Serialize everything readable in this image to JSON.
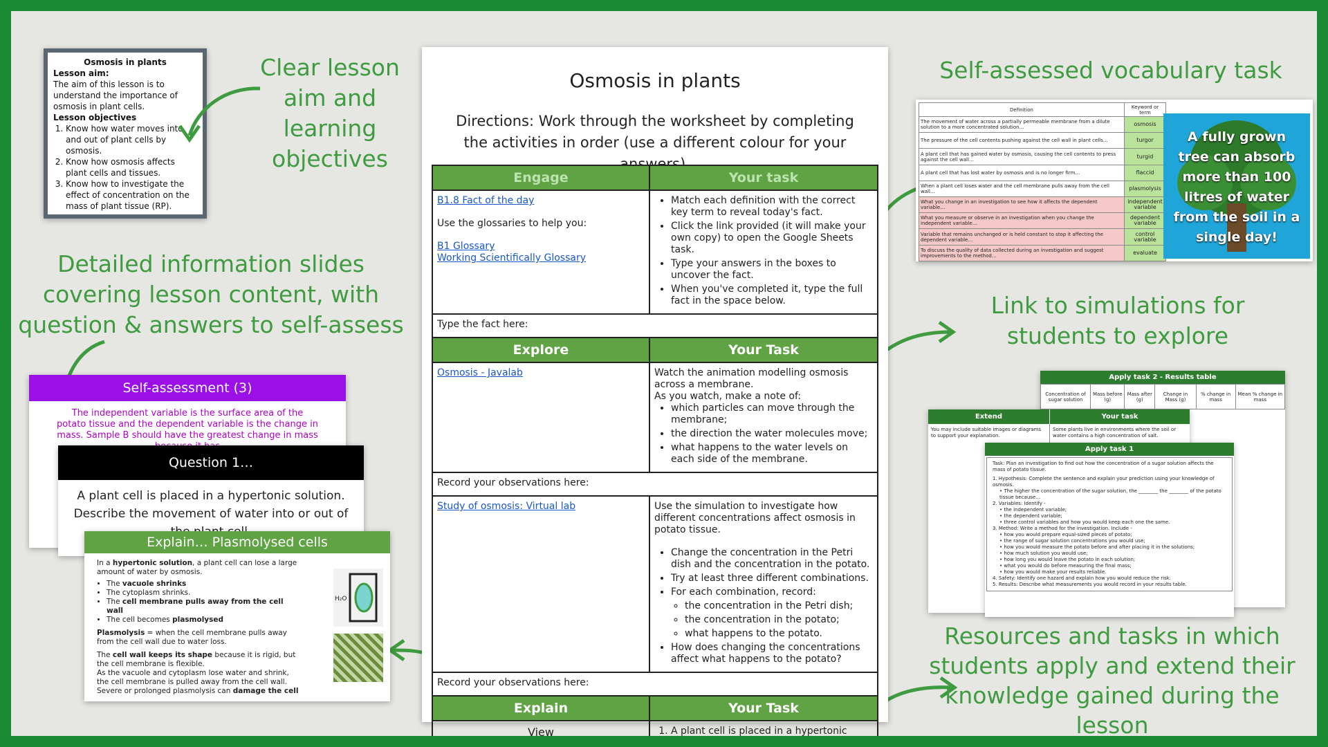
{
  "captions": {
    "lesson_aim": "Clear lesson\naim and\nlearning\nobjectives",
    "info_slides": "Detailed information slides\ncovering lesson content, with\nquestion & answers to self-assess",
    "vocab": "Self-assessed vocabulary task",
    "simulations": "Link to  simulations for\nstudents to explore",
    "resources": "Resources and tasks in which\nstudents apply and extend their\nknowledge gained during the lesson"
  },
  "aim_card": {
    "title": "Osmosis in plants",
    "aim_heading": "Lesson aim:",
    "aim_text": "The aim of this lesson is to understand the importance of osmosis in plant cells.",
    "objectives_heading": "Lesson objectives",
    "objectives": [
      "Know how water moves into and out of plant cells by osmosis.",
      "Know how osmosis affects plant cells and tissues.",
      "Know how to investigate the effect of concentration on the mass of plant tissue (RP)."
    ]
  },
  "worksheet": {
    "title": "Osmosis in plants",
    "directions": "Directions: Work through the worksheet by completing the activities in order (use a different colour for your answers).",
    "engage": {
      "h1": "Engage",
      "h2": "Your task",
      "link1": "B1.8 Fact of the day",
      "text1": "Use the glossaries to help you:",
      "link2": "B1 Glossary",
      "link3": "Working Scientifically Glossary",
      "tasks": [
        "Match each definition with the correct key term to reveal today's fact.",
        "Click the link provided (it will make your own copy) to open the Google Sheets task.",
        "Type your answers in the boxes to uncover the fact.",
        "When you've completed it, type the full fact in the space below."
      ],
      "record": "Type the fact here:"
    },
    "explore": {
      "h1": "Explore",
      "h2": "Your Task",
      "link1": "Osmosis - Javalab",
      "intro1": "Watch the animation modelling osmosis across a membrane.",
      "intro2": "As you watch, make a note of:",
      "notes": [
        "which particles can move through the membrane;",
        "the direction the water molecules move;",
        "what happens to the water levels on each side of the membrane."
      ],
      "record1": "Record your observations here:",
      "link2": "Study of osmosis: Virtual lab",
      "intro3": "Use the simulation to investigate how different concentrations affect osmosis in potato tissue.",
      "steps": [
        "Change the concentration in the Petri dish and the concentration in the potato.",
        "Try at least three different combinations.",
        "For each combination, record:"
      ],
      "sub": [
        "the concentration in the Petri dish;",
        "the concentration in the potato;",
        "what happens to the potato."
      ],
      "last": "How does changing the concentrations affect what happens to the potato?",
      "record2": "Record your observations here:"
    },
    "explain": {
      "h1": "Explain",
      "h2": "Your Task",
      "c1": "View",
      "c2": "A plant cell is placed in a hypertonic solution."
    }
  },
  "slides": {
    "self": {
      "header": "Self-assessment (3)",
      "text": "The independent variable is the surface area of the potato tissue and the dependent variable is the change in mass. Sample B should have the greatest change in mass because it has"
    },
    "question": {
      "header": "Question 1…",
      "line1": "A plant cell is placed in a hypertonic solution.",
      "line2": "Describe the movement of water into or out of the plant cell."
    },
    "explain": {
      "header": "Explain… Plasmolysed cells",
      "p1a": "In a ",
      "p1b": "hypertonic solution",
      "p1c": ", a plant cell can lose a large amount of water by osmosis.",
      "b1a": "The ",
      "b1b": "vacuole shrinks",
      "b2": "The cytoplasm shrinks.",
      "b3a": "The ",
      "b3b": "cell membrane pulls away from the cell wall",
      "b4a": "The cell becomes ",
      "b4b": "plasmolysed",
      "def_a": "Plasmolysis",
      "def_b": " = when the cell membrane pulls away from the cell wall due to water loss.",
      "p3a": "The ",
      "p3b": "cell wall keeps its shape",
      "p3c": " because it is rigid, but the cell membrane is flexible.",
      "p4": "As the vacuole and cytoplasm lose water and shrink, the cell membrane is pulled away from the cell wall.",
      "p5a": "Severe or prolonged plasmolysis can ",
      "p5b": "damage the cell",
      "h2o": "H₂O"
    }
  },
  "vocab": {
    "headers": [
      "Definition",
      "Keyword or term"
    ],
    "rows": [
      {
        "d": "The movement of water across a partially permeable membrane from a dilute solution to a more concentrated solution…",
        "k": "osmosis"
      },
      {
        "d": "The pressure of the cell contents pushing against the cell wall in plant cells…",
        "k": "turgor"
      },
      {
        "d": "A plant cell that has gained water by osmosis, causing the cell contents to press against the cell wall…",
        "k": "turgid"
      },
      {
        "d": "A plant cell that has lost water by osmosis and is no longer firm…",
        "k": "flaccid"
      },
      {
        "d": "When a plant cell loses water and the cell membrane pulls away from the cell wall…",
        "k": "plasmolysis"
      },
      {
        "d": "What you change in an investigation to see how it affects the dependent variable…",
        "k": "independent variable"
      },
      {
        "d": "What you measure or observe in an investigation when you change the independent variable…",
        "k": "dependent variable"
      },
      {
        "d": "Variable that remains unchanged or is held constant to stop it affecting the dependent variable…",
        "k": "control variable"
      },
      {
        "d": "To discuss the quality of data collected during an investigation and suggest improvements to the method…",
        "k": "evaluate"
      }
    ],
    "fact": "A fully grown tree can absorb more than 100 litres of water from the soil in a single day!"
  },
  "apply": {
    "results_title": "Apply task 2 - Results table",
    "results_cols": [
      "Concentration of sugar solution",
      "Mass before (g)",
      "Mass after (g)",
      "Change in Mass (g)",
      "% change in mass",
      "Mean % change in mass"
    ],
    "extend_h1": "Extend",
    "extend_h2": "Your task",
    "extend_c1": "You may include suitable images or diagrams to support your explanation.",
    "extend_c2": "Some plants live in environments where the soil or water contains a high concentration of salt.",
    "task1_title": "Apply task 1",
    "task1_intro": "Task: Plan an investigation to find out how the concentration of a sugar solution affects the mass of potato tissue.",
    "task1_lines": [
      "1. Hypothesis: Complete the sentence and explain your prediction using your knowledge of osmosis.",
      "• The higher the concentration of the sugar solution, the ________ the ________ of the potato tissue because…",
      "2. Variables: Identify -",
      "• the independent variable;",
      "• the dependent variable;",
      "• three control variables and how you would keep each one the same.",
      "3. Method: Write a method for the investigation. Include -",
      "• how you would prepare equal-sized pieces of potato;",
      "• the range of sugar solution concentrations you would use;",
      "• how you would measure the potato before and after placing it in the solutions;",
      "• how much solution you would use;",
      "• how long you would leave the potato in each solution;",
      "• what you would do before measuring the final mass;",
      "• how you would make your results reliable.",
      "4. Safety: Identify one hazard and explain how you would reduce the risk.",
      "5. Results: Describe what measurements you would record in your results table."
    ]
  }
}
